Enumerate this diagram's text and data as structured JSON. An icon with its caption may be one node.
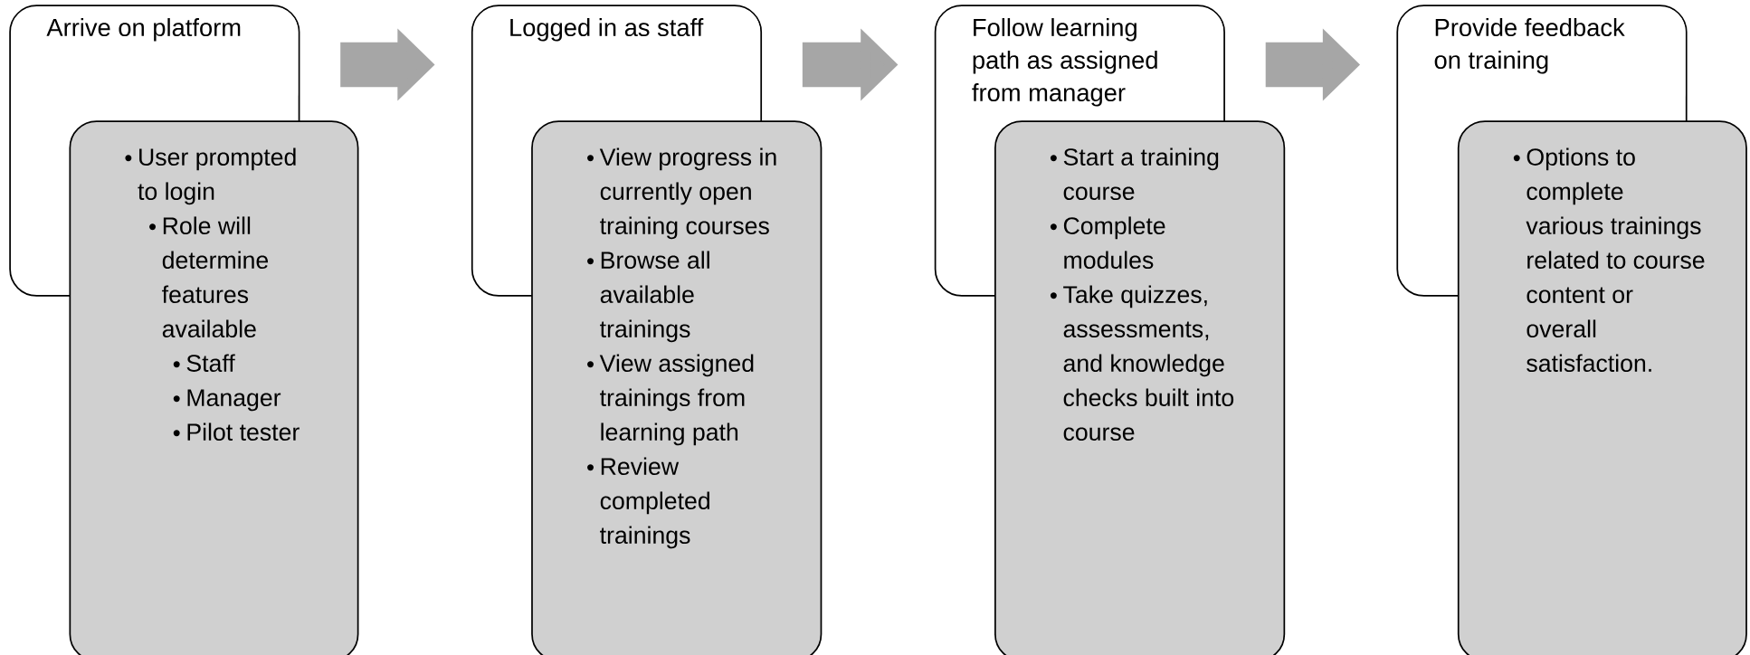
{
  "diagram": {
    "nodes": [
      {
        "text": [
          "Arrive on platform"
        ]
      },
      {
        "text": [
          "User prompted to login",
          "Role will determine features available",
          "Staff",
          "Manager",
          "Pilot tester"
        ]
      },
      {
        "text": [
          "Logged in as staff"
        ]
      },
      {
        "text": [
          "View progress in currently open training courses",
          "Browse all available trainings",
          "View assigned trainings from learning path",
          "Review completed trainings"
        ]
      },
      {
        "text": [
          "Follow learning path as assigned from manager"
        ]
      },
      {
        "text": [
          "Start a training course",
          "Complete modules",
          "Take quizzes, assessments, and knowledge checks built into course"
        ]
      },
      {
        "text": [
          "Provide feedback on training"
        ]
      },
      {
        "text": [
          "Options to complete various trainings related to course content or overall satisfaction."
        ]
      }
    ],
    "edges": [
      {
        "from": 0,
        "to": 2,
        "arrow": "to"
      },
      {
        "from": 2,
        "to": 4,
        "arrow": "to"
      },
      {
        "from": 4,
        "to": 6,
        "arrow": "to"
      }
    ]
  }
}
